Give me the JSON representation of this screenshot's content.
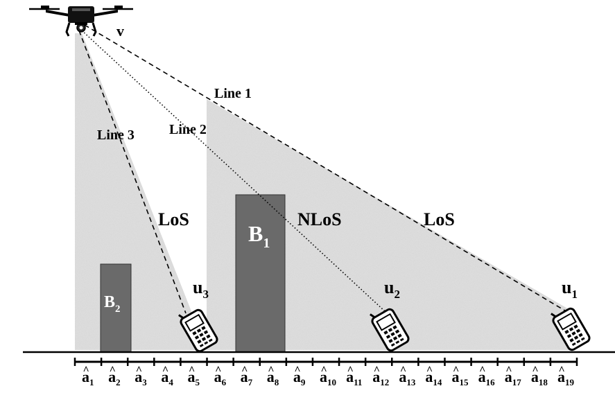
{
  "uav": {
    "label": "v"
  },
  "lines": {
    "line1": "Line 1",
    "line2": "Line 2",
    "line3": "Line 3"
  },
  "links": {
    "los_left": "LoS",
    "nlos": "NLoS",
    "los_right": "LoS"
  },
  "buildings": [
    {
      "base": "B",
      "sub": "1"
    },
    {
      "base": "B",
      "sub": "2"
    }
  ],
  "users": [
    {
      "base": "u",
      "sub": "1"
    },
    {
      "base": "u",
      "sub": "2"
    },
    {
      "base": "u",
      "sub": "3"
    }
  ],
  "segments": {
    "base": "a",
    "mark": "^",
    "subs": [
      "1",
      "2",
      "3",
      "4",
      "5",
      "6",
      "7",
      "8",
      "9",
      "10",
      "11",
      "12",
      "13",
      "14",
      "15",
      "16",
      "17",
      "18",
      "19"
    ]
  },
  "colors": {
    "building": "#6a6a6a",
    "shade": "#dcdcdc",
    "line": "#000000"
  }
}
